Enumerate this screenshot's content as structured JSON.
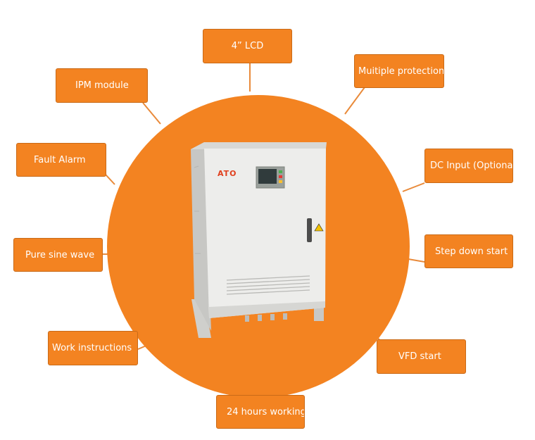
{
  "colors": {
    "accent": "#f38321",
    "connector": "#e98a3a",
    "cabinet": "#ededeb",
    "brand": "#e0401e"
  },
  "device": {
    "brand": "ATO",
    "warning_icon": "warning-icon"
  },
  "labels": {
    "lcd": "4”  LCD",
    "multiple_protection": "Muitiple protection",
    "ipm_module": "IPM module",
    "fault_alarm": "Fault Alarm",
    "dc_input": "DC Input (Optional)",
    "pure_sine_wave": "Pure sine wave",
    "step_down_start": "Step down start",
    "work_instructions": "Work instructions",
    "vfd_start": "VFD start",
    "hours_working": "24 hours working"
  }
}
